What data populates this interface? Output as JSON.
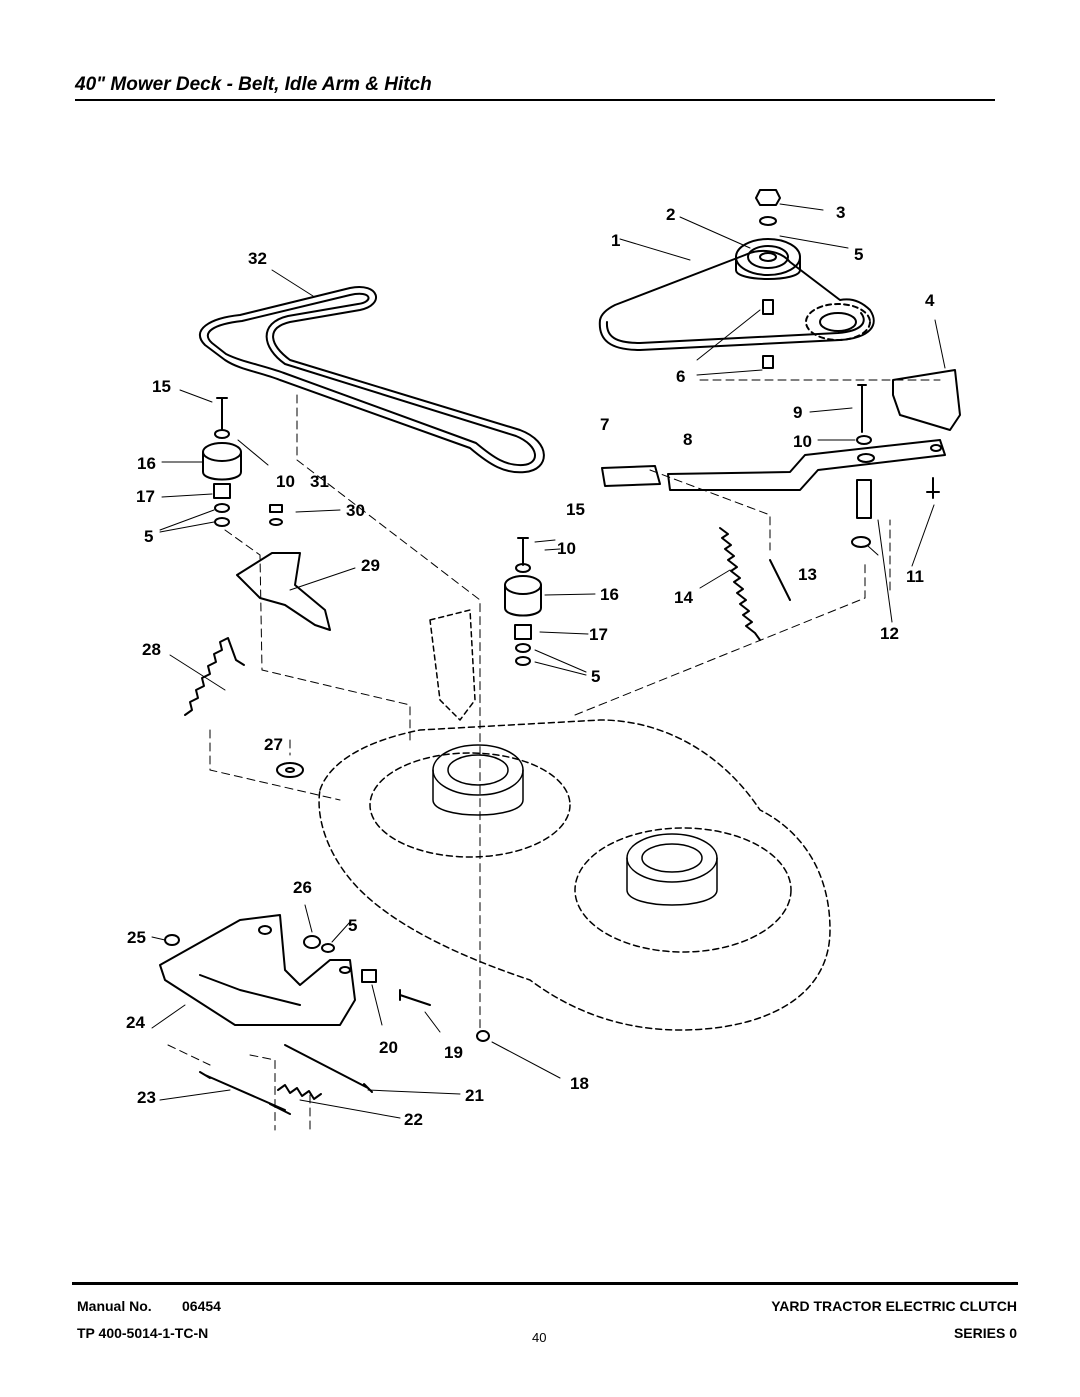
{
  "header": {
    "title": "40\" Mower Deck - Belt, Idle Arm & Hitch"
  },
  "callouts": [
    {
      "id": "c1",
      "text": "1"
    },
    {
      "id": "c2",
      "text": "2"
    },
    {
      "id": "c3",
      "text": "3"
    },
    {
      "id": "c4",
      "text": "4"
    },
    {
      "id": "c5a",
      "text": "5"
    },
    {
      "id": "c5b",
      "text": "5"
    },
    {
      "id": "c5c",
      "text": "5"
    },
    {
      "id": "c5d",
      "text": "5"
    },
    {
      "id": "c6",
      "text": "6"
    },
    {
      "id": "c7",
      "text": "7"
    },
    {
      "id": "c8",
      "text": "8"
    },
    {
      "id": "c9",
      "text": "9"
    },
    {
      "id": "c10a",
      "text": "10"
    },
    {
      "id": "c10b",
      "text": "10"
    },
    {
      "id": "c10c",
      "text": "10"
    },
    {
      "id": "c11",
      "text": "11"
    },
    {
      "id": "c12",
      "text": "12"
    },
    {
      "id": "c13",
      "text": "13"
    },
    {
      "id": "c14",
      "text": "14"
    },
    {
      "id": "c15a",
      "text": "15"
    },
    {
      "id": "c15b",
      "text": "15"
    },
    {
      "id": "c16a",
      "text": "16"
    },
    {
      "id": "c16b",
      "text": "16"
    },
    {
      "id": "c17a",
      "text": "17"
    },
    {
      "id": "c17b",
      "text": "17"
    },
    {
      "id": "c18",
      "text": "18"
    },
    {
      "id": "c19",
      "text": "19"
    },
    {
      "id": "c20",
      "text": "20"
    },
    {
      "id": "c21",
      "text": "21"
    },
    {
      "id": "c22",
      "text": "22"
    },
    {
      "id": "c23",
      "text": "23"
    },
    {
      "id": "c24",
      "text": "24"
    },
    {
      "id": "c25",
      "text": "25"
    },
    {
      "id": "c26",
      "text": "26"
    },
    {
      "id": "c27",
      "text": "27"
    },
    {
      "id": "c28",
      "text": "28"
    },
    {
      "id": "c29",
      "text": "29"
    },
    {
      "id": "c30",
      "text": "30"
    },
    {
      "id": "c31",
      "text": "31"
    },
    {
      "id": "c32",
      "text": "32"
    }
  ],
  "footer": {
    "manual_label": "Manual No.",
    "manual_number": "06454",
    "tp_code": "TP 400-5014-1-TC-N",
    "page_number": "40",
    "product_title": "YARD TRACTOR ELECTRIC CLUTCH",
    "series": "SERIES 0"
  }
}
